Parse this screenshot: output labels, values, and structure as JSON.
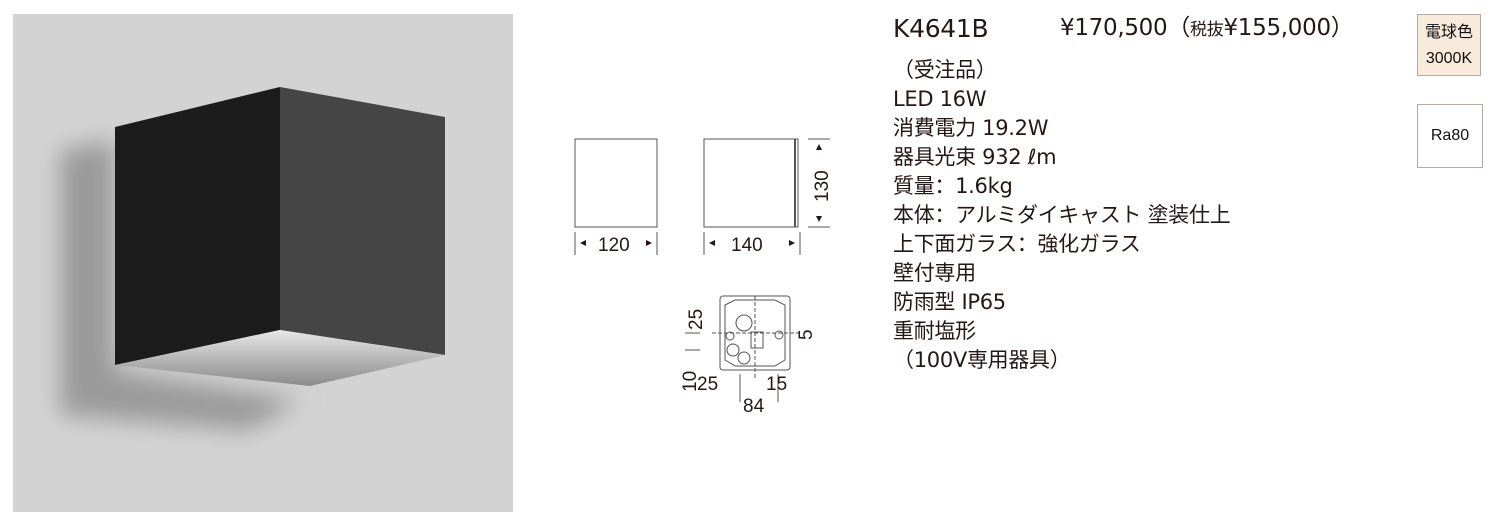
{
  "product": {
    "model": "K4641B",
    "price": "¥170,500（",
    "price_ex_tax_label": "税抜",
    "price_ex_tax": "¥155,000）",
    "specs": [
      "（受注品）",
      "LED 16W",
      "消費電力 19.2W",
      "器具光束 932 ℓm",
      "質量：1.6kg",
      "本体：アルミダイキャスト 塗装仕上",
      "上下面ガラス：強化ガラス",
      "壁付専用",
      "防雨型 IP65",
      "重耐塩形",
      "（100V専用器具）"
    ]
  },
  "badges": {
    "color_label": "電球色",
    "color_temp": "3000K",
    "ra": "Ra80",
    "color_bg": "#f9ebdc"
  },
  "drawing": {
    "front_width": "120",
    "side_width": "140",
    "height": "130",
    "mount_top": "25",
    "mount_right": "5",
    "mount_bottom": "10",
    "mount_left": "25",
    "mount_offset": "15",
    "mount_width": "84"
  }
}
